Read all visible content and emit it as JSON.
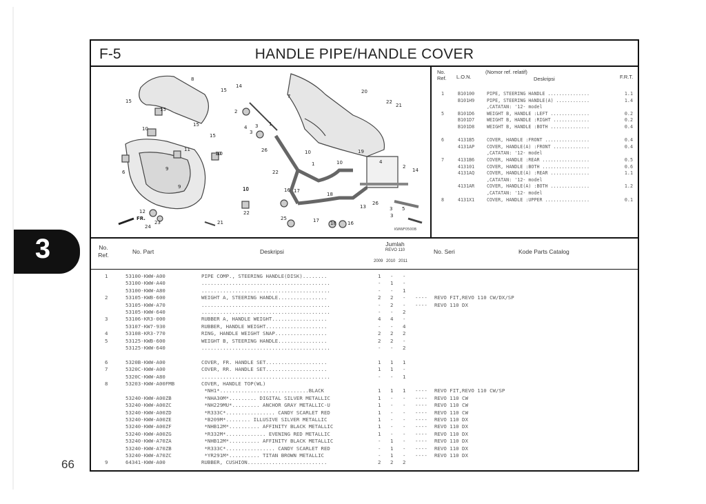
{
  "section": {
    "code": "F-5",
    "title": "HANDLE PIPE/HANDLE COVER"
  },
  "chapter": "3",
  "page_number": "66",
  "illustration": {
    "code": "KWWF0500B",
    "direction": "FR.",
    "callouts": [
      "8",
      "15",
      "15",
      "15",
      "10",
      "15",
      "15",
      "10",
      "11",
      "10",
      "6",
      "9",
      "9",
      "10",
      "12",
      "24",
      "23",
      "21",
      "14",
      "2",
      "1",
      "3",
      "4",
      "3",
      "26",
      "7",
      "20",
      "22",
      "21",
      "10",
      "19",
      "10",
      "1",
      "22",
      "10",
      "16",
      "17",
      "18",
      "13",
      "3",
      "4",
      "2",
      "14",
      "26",
      "3",
      "5",
      "22",
      "25",
      "17",
      "18",
      "16"
    ]
  },
  "ref_header": {
    "no_ref": "No.\nRef.",
    "lon": "L.O.N.",
    "nomor": "(Nomor ref. relatif)",
    "deskripsi": "Deskripsi",
    "frt": "F.R.T."
  },
  "ref_rows": [
    {
      "no": "1",
      "lon": "B10100",
      "desc": "PIPE, STEERING HANDLE ...............",
      "frt": "1.1"
    },
    {
      "no": "",
      "lon": "B101H9",
      "desc": "PIPE, STEERING HANDLE(A) ............",
      "frt": "1.4"
    },
    {
      "no": "",
      "lon": "",
      "desc": ",CATATAN: '12- model",
      "frt": ""
    },
    {
      "no": "5",
      "lon": "B101D6",
      "desc": "WEIGHT B, HANDLE :LEFT ..............",
      "frt": "0.2"
    },
    {
      "no": "",
      "lon": "B101D7",
      "desc": "WEIGHT B, HANDLE :RIGHT .............",
      "frt": "0.2"
    },
    {
      "no": "",
      "lon": "B101D8",
      "desc": "WEIGHT B, HANDLE :BOTH ..............",
      "frt": "0.4"
    },
    {
      "no": "",
      "lon": "",
      "desc": "",
      "frt": ""
    },
    {
      "no": "6",
      "lon": "4131B5",
      "desc": "COVER, HANDLE :FRONT ................",
      "frt": "0.4"
    },
    {
      "no": "",
      "lon": "4131AP",
      "desc": "COVER, HANDLE(A) :FRONT .............",
      "frt": "0.4"
    },
    {
      "no": "",
      "lon": "",
      "desc": ",CATATAN: '12- model",
      "frt": ""
    },
    {
      "no": "7",
      "lon": "4131B6",
      "desc": "COVER, HANDLE :REAR .................",
      "frt": "0.5"
    },
    {
      "no": "",
      "lon": "413101",
      "desc": "COVER, HANDLE :BOTH .................",
      "frt": "0.6"
    },
    {
      "no": "",
      "lon": "4131AQ",
      "desc": "COVER, HANDLE(A) :REAR ..............",
      "frt": "1.1"
    },
    {
      "no": "",
      "lon": "",
      "desc": ",CATATAN: '12- model",
      "frt": ""
    },
    {
      "no": "",
      "lon": "4131AR",
      "desc": "COVER, HANDLE(A) :BOTH ..............",
      "frt": "1.2"
    },
    {
      "no": "",
      "lon": "",
      "desc": ",CATATAN: '12- model",
      "frt": ""
    },
    {
      "no": "8",
      "lon": "4131X1",
      "desc": "COVER, HANDLE :UPPER ................",
      "frt": "0.1"
    }
  ],
  "parts_header": {
    "no_ref": "No.\nRef.",
    "no_part": "No. Part",
    "deskripsi": "Deskripsi",
    "jumlah": "Jumlah",
    "model": "REVO 110",
    "years": [
      "2009",
      "2010",
      "2011"
    ],
    "no_seri": "No. Seri",
    "kode": "Kode Parts Catalog"
  },
  "parts_rows": [
    {
      "ref": "1",
      "part": "53100-KWW-A00",
      "desc": "PIPE COMP., STEERING HANDLE(DISK)........",
      "q": [
        "1",
        "-",
        "-"
      ],
      "seri": "",
      "kode": ""
    },
    {
      "ref": "",
      "part": "53100-KWW-A40",
      "desc": "..........................................",
      "q": [
        "-",
        "1",
        "-"
      ],
      "seri": "",
      "kode": ""
    },
    {
      "ref": "",
      "part": "53100-KWW-A80",
      "desc": "..........................................",
      "q": [
        "-",
        "-",
        "1"
      ],
      "seri": "",
      "kode": ""
    },
    {
      "ref": "2",
      "part": "53105-KWB-600",
      "desc": "WEIGHT A, STEERING HANDLE................",
      "q": [
        "2",
        "2",
        "-"
      ],
      "seri": "----",
      "kode": "REVO FIT,REVO 110 CW/DX/SP"
    },
    {
      "ref": "",
      "part": "53105-KWW-A70",
      "desc": "..........................................",
      "q": [
        "-",
        "2",
        "-"
      ],
      "seri": "----",
      "kode": "REVO 110 DX"
    },
    {
      "ref": "",
      "part": "53105-KWW-640",
      "desc": "..........................................",
      "q": [
        "-",
        "-",
        "2"
      ],
      "seri": "",
      "kode": ""
    },
    {
      "ref": "3",
      "part": "53106-KR3-000",
      "desc": "RUBBER A, HANDLE WEIGHT..................",
      "q": [
        "4",
        "4",
        "-"
      ],
      "seri": "",
      "kode": ""
    },
    {
      "ref": "",
      "part": "53107-KW7-930",
      "desc": "RUBBER, HANDLE WEIGHT....................",
      "q": [
        "-",
        "-",
        "4"
      ],
      "seri": "",
      "kode": ""
    },
    {
      "ref": "4",
      "part": "53108-KR3-770",
      "desc": "RING, HANDLE WEIGHT SNAP.................",
      "q": [
        "2",
        "2",
        "2"
      ],
      "seri": "",
      "kode": ""
    },
    {
      "ref": "5",
      "part": "53125-KWB-600",
      "desc": "WEIGHT B, STEERING HANDLE................",
      "q": [
        "2",
        "2",
        "-"
      ],
      "seri": "",
      "kode": ""
    },
    {
      "ref": "",
      "part": "53125-KWW-640",
      "desc": "..........................................",
      "q": [
        "-",
        "-",
        "2"
      ],
      "seri": "",
      "kode": ""
    },
    {
      "ref": "",
      "part": "",
      "desc": "",
      "q": [
        "",
        "",
        ""
      ],
      "seri": "",
      "kode": ""
    },
    {
      "ref": "6",
      "part": "5320B-KWW-A00",
      "desc": "COVER, FR. HANDLE SET....................",
      "q": [
        "1",
        "1",
        "1"
      ],
      "seri": "",
      "kode": ""
    },
    {
      "ref": "7",
      "part": "5320C-KWW-A00",
      "desc": "COVER, RR. HANDLE SET....................",
      "q": [
        "1",
        "1",
        "-"
      ],
      "seri": "",
      "kode": ""
    },
    {
      "ref": "",
      "part": "5320C-KWW-A80",
      "desc": "..........................................",
      "q": [
        "-",
        "-",
        "1"
      ],
      "seri": "",
      "kode": ""
    },
    {
      "ref": "8",
      "part": "53203-KWW-A00FMB",
      "desc": "COVER, HANDLE TOP(WL)",
      "q": [
        "",
        "",
        ""
      ],
      "seri": "",
      "kode": ""
    },
    {
      "ref": "",
      "part": "",
      "desc": " *NH1*.............................BLACK",
      "q": [
        "1",
        "1",
        "1"
      ],
      "seri": "----",
      "kode": "REVO FIT,REVO 110 CW/SP"
    },
    {
      "ref": "",
      "part": "53240-KWW-A00ZB",
      "desc": " *NHA30M*......... DIGITAL SILVER METALLIC",
      "q": [
        "1",
        "-",
        "-"
      ],
      "seri": "----",
      "kode": "REVO 110 CW"
    },
    {
      "ref": "",
      "part": "53240-KWW-A00ZC",
      "desc": " *NH229MU*......... ANCHOR GRAY METALLIC-U",
      "q": [
        "1",
        "-",
        "-"
      ],
      "seri": "----",
      "kode": "REVO 110 CW"
    },
    {
      "ref": "",
      "part": "53240-KWW-A00ZD",
      "desc": " *R333C*................ CANDY SCARLET RED",
      "q": [
        "1",
        "-",
        "-"
      ],
      "seri": "----",
      "kode": "REVO 110 CW"
    },
    {
      "ref": "",
      "part": "53240-KWW-A00ZE",
      "desc": " *B209M*........ ILLUSIVE SILVER METALLIC",
      "q": [
        "1",
        "-",
        "-"
      ],
      "seri": "----",
      "kode": "REVO 110 DX"
    },
    {
      "ref": "",
      "part": "53240-KWW-A00ZF",
      "desc": " *NHB12M*.......... AFFINITY BLACK METALLIC",
      "q": [
        "1",
        "-",
        "-"
      ],
      "seri": "----",
      "kode": "REVO 110 DX"
    },
    {
      "ref": "",
      "part": "53240-KWW-A00ZG",
      "desc": " *R332M*............. EVENING RED METALLIC",
      "q": [
        "1",
        "-",
        "-"
      ],
      "seri": "----",
      "kode": "REVO 110 DX"
    },
    {
      "ref": "",
      "part": "53240-KWW-A70ZA",
      "desc": " *NHB12M*.......... AFFINITY BLACK METALLIC",
      "q": [
        "-",
        "1",
        "-"
      ],
      "seri": "----",
      "kode": "REVO 110 DX"
    },
    {
      "ref": "",
      "part": "53240-KWW-A70ZB",
      "desc": " *R333C*................ CANDY SCARLET RED",
      "q": [
        "-",
        "1",
        "-"
      ],
      "seri": "----",
      "kode": "REVO 110 DX"
    },
    {
      "ref": "",
      "part": "53240-KWW-A70ZC",
      "desc": " *YR291M*.......... TITAN BROWN METALLIC",
      "q": [
        "-",
        "1",
        "-"
      ],
      "seri": "----",
      "kode": "REVO 110 DX"
    },
    {
      "ref": "9",
      "part": "64341-KWW-A00",
      "desc": "RUBBER, CUSHION..........................",
      "q": [
        "2",
        "2",
        "2"
      ],
      "seri": "",
      "kode": ""
    }
  ]
}
